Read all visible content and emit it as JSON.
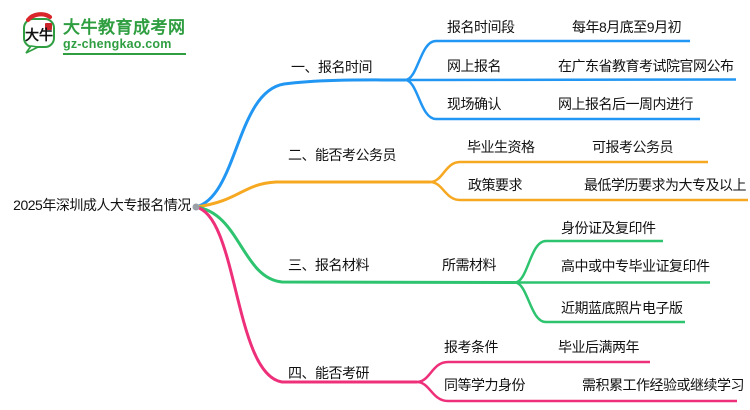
{
  "logo": {
    "icon_text": "大牛",
    "site_name": "大牛教育成考网",
    "site_domain": "gz-chengkao.com",
    "brand_green": "#2f9e41",
    "brand_red": "#d8262b"
  },
  "root": {
    "label": "2025年深圳成人大专报名情况",
    "point_color": "#9aa0a6"
  },
  "branches": [
    {
      "label": "一、报名时间",
      "color": "#2196f3",
      "children": [
        {
          "key": "报名时间段",
          "value": "每年8月底至9月初"
        },
        {
          "key": "网上报名",
          "value": "在广东省教育考试院官网公布"
        },
        {
          "key": "现场确认",
          "value": "网上报名后一周内进行"
        }
      ]
    },
    {
      "label": "二、能否考公务员",
      "color": "#f6a821",
      "children": [
        {
          "key": "毕业生资格",
          "value": "可报考公务员"
        },
        {
          "key": "政策要求",
          "value": "最低学历要求为大专及以上"
        }
      ]
    },
    {
      "label": "三、报名材料",
      "color": "#2ec46f",
      "children": [
        {
          "key": "所需材料",
          "values": [
            "身份证及复印件",
            "高中或中专毕业证复印件",
            "近期蓝底照片电子版"
          ]
        }
      ]
    },
    {
      "label": "四、能否考研",
      "color": "#ee2f79",
      "children": [
        {
          "key": "报考条件",
          "value": "毕业后满两年"
        },
        {
          "key": "同等学力身份",
          "value": "需积累工作经验或继续学习"
        }
      ]
    }
  ]
}
